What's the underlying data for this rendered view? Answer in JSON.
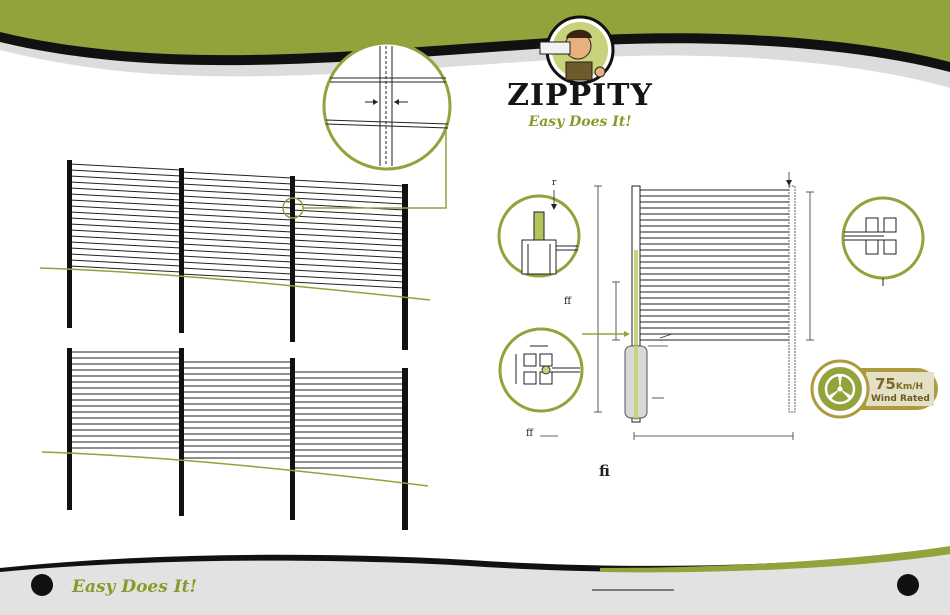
{
  "brand": {
    "name": "ZIPPITY",
    "tagline": "Easy Does It!"
  },
  "footer": {
    "tagline": "Easy Does It!"
  },
  "badge": {
    "number": "75",
    "unit": "Km/H",
    "label": "Wind Rated"
  },
  "marks": {
    "r": "r",
    "ff_a": "ff",
    "ff_b": "ff",
    "fi": "ﬁ"
  },
  "colors": {
    "green": "#93a23a",
    "dark_green": "#6e7d22",
    "olive": "#8a9a2a",
    "black": "#111111",
    "footer_gray": "#e2e2e2"
  }
}
